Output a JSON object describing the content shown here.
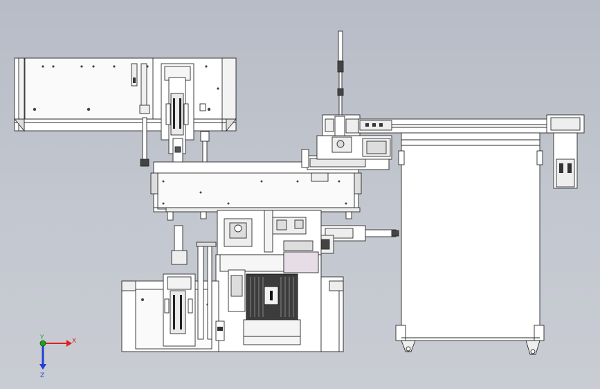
{
  "triad": {
    "x_label": "X",
    "y_label": "Y",
    "z_label": "Z",
    "x_color": "#e02020",
    "y_color": "#1fa01f",
    "z_color": "#1f3fd6"
  },
  "colors": {
    "background_top": "#b7bcc6",
    "background_bottom": "#c9ccd3",
    "part_fill": "#ffffff",
    "line": "#2a2a2a",
    "motor_fill": "#3c3c3c",
    "highlight_panel": "#e7dde6"
  }
}
